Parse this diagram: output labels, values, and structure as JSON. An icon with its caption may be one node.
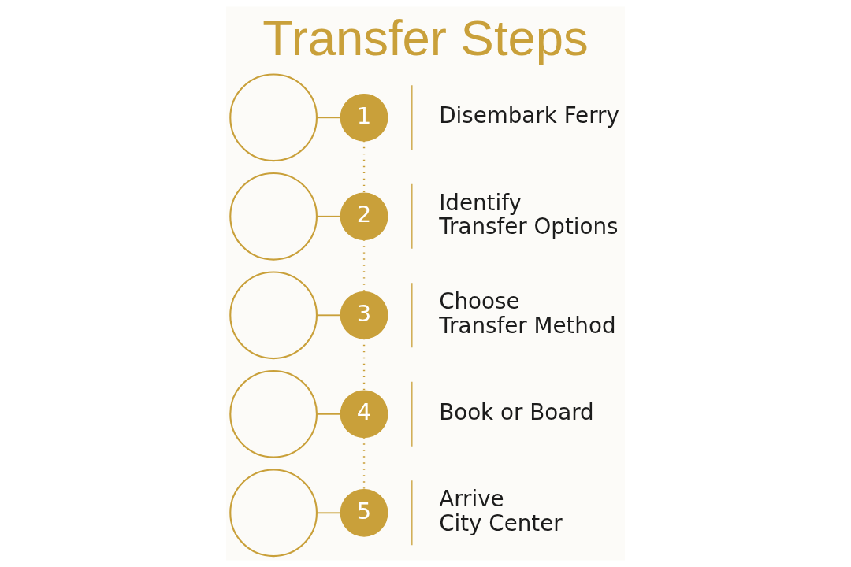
{
  "diagram": {
    "title": "Transfer Steps",
    "nodes": [
      {
        "text": [],
        "shape": "circle"
      },
      {
        "text": [
          "1"
        ],
        "beside": [
          "Disembark Ferry"
        ]
      },
      {
        "text": [],
        "shape": "circle"
      },
      {
        "text": [
          "2"
        ],
        "beside": [
          "Identify Transfer Options"
        ]
      },
      {
        "text": [],
        "shape": "circle"
      },
      {
        "text": [
          "3"
        ],
        "beside": [
          "Choose Transfer Method"
        ]
      },
      {
        "text": [],
        "shape": "circle"
      },
      {
        "text": [
          "4"
        ],
        "beside": [
          "Book or Board"
        ]
      },
      {
        "text": [],
        "shape": "circle"
      },
      {
        "text": [
          "5"
        ],
        "beside": [
          "Arrive City Center"
        ]
      }
    ],
    "edges": [
      {
        "from": 0,
        "to": 1,
        "arrow": "none"
      },
      {
        "from": 1,
        "to": 3,
        "arrow": "none",
        "style": "dashed"
      },
      {
        "from": 2,
        "to": 3,
        "arrow": "none"
      },
      {
        "from": 3,
        "to": 5,
        "arrow": "none",
        "style": "dashed"
      },
      {
        "from": 4,
        "to": 5,
        "arrow": "none"
      },
      {
        "from": 5,
        "to": 7,
        "arrow": "none",
        "style": "dashed"
      },
      {
        "from": 6,
        "to": 7,
        "arrow": "none"
      },
      {
        "from": 7,
        "to": 9,
        "arrow": "none",
        "style": "dashed"
      },
      {
        "from": 8,
        "to": 9,
        "arrow": "none"
      }
    ]
  }
}
